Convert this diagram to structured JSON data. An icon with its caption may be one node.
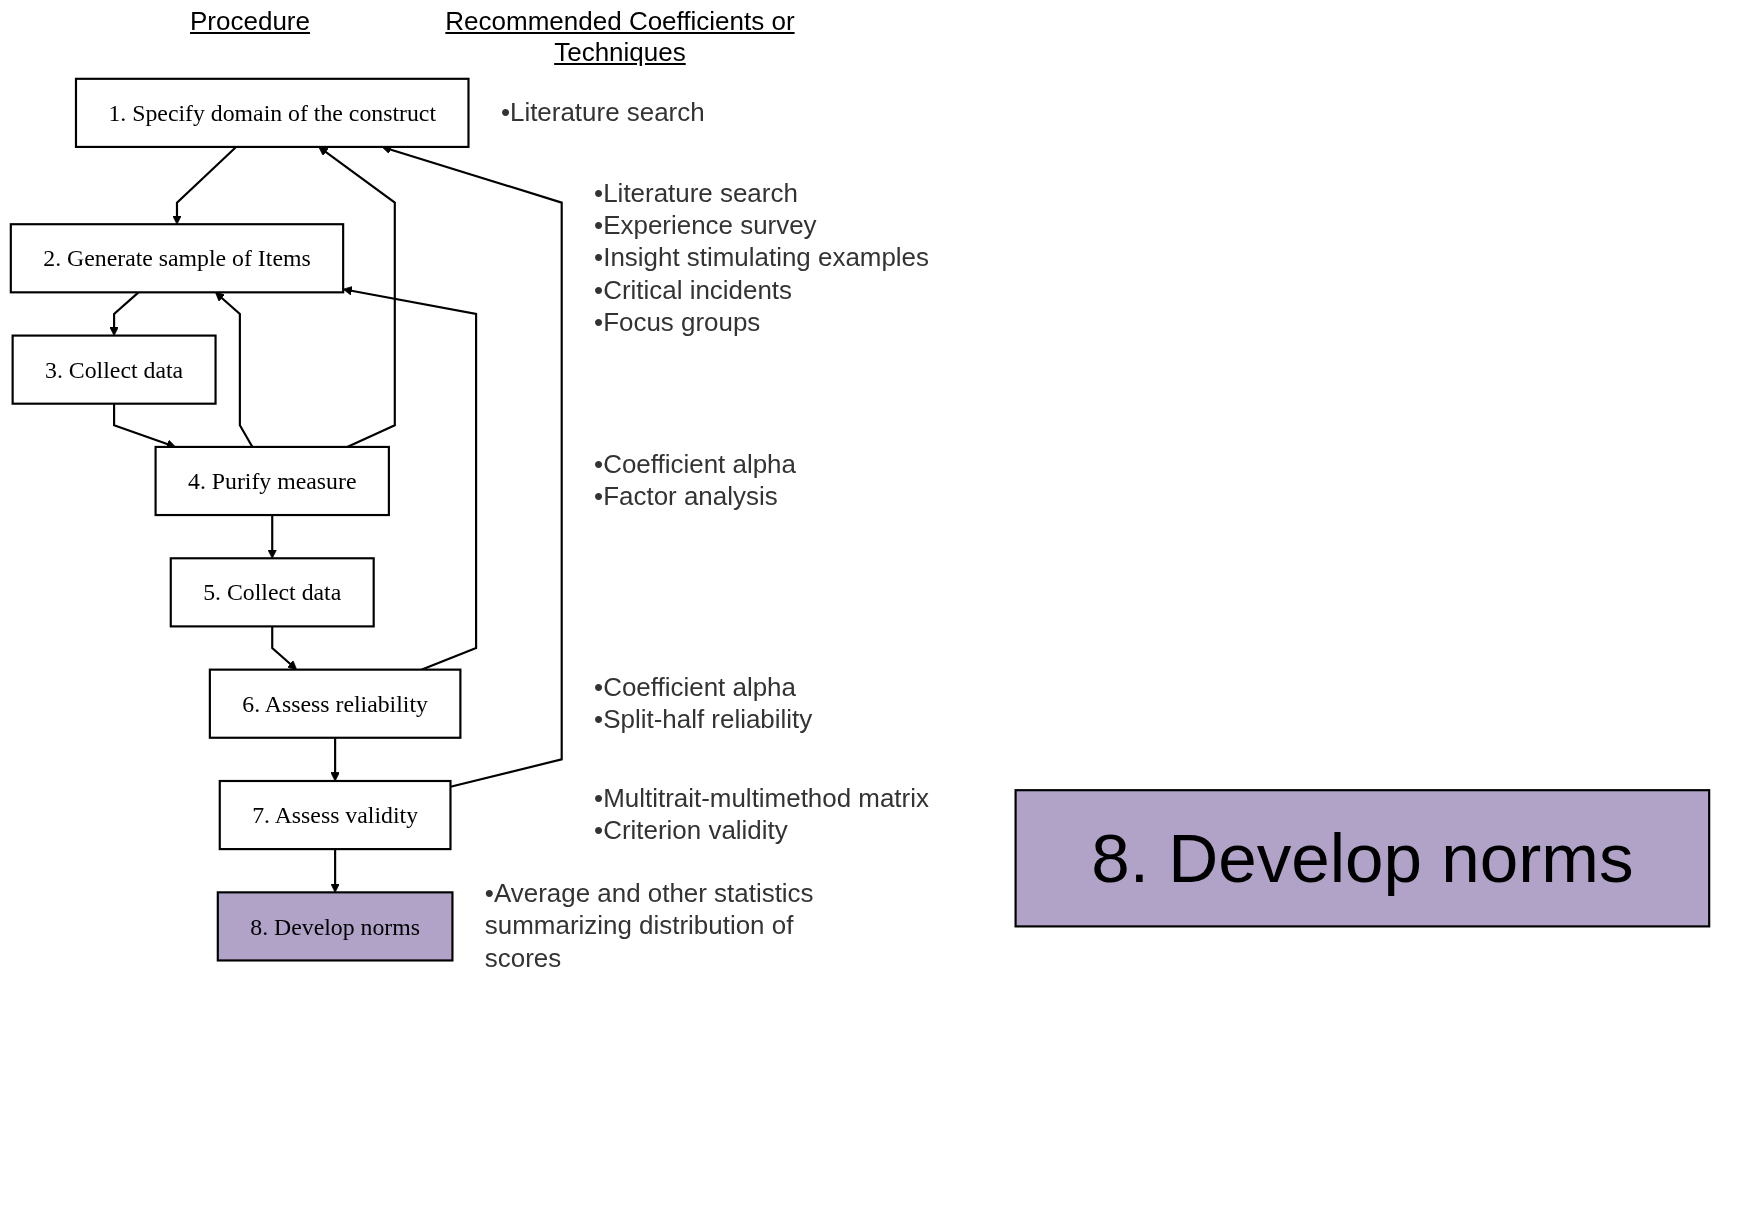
{
  "diagram": {
    "nodes": [
      {
        "text": [
          "1. Specify domain of the construct"
        ],
        "beside": [
          "•Literature search"
        ]
      },
      {
        "text": [
          "2. Generate sample of Items"
        ],
        "beside": [
          "•Literature search",
          "•Experience survey",
          "•Insight stimulating examples",
          "•Critical incidents",
          "•Focus groups"
        ]
      },
      {
        "text": [
          "3. Collect data"
        ]
      },
      {
        "text": [
          "4. Purify measure"
        ],
        "beside": [
          "•Coefficient alpha",
          "•Factor analysis"
        ]
      },
      {
        "text": [
          "5. Collect data"
        ]
      },
      {
        "text": [
          "6. Assess reliability"
        ],
        "beside": [
          "•Coefficient alpha",
          "•Split-half reliability"
        ]
      },
      {
        "text": [
          "7. Assess validity"
        ],
        "beside": [
          "•Multitrait-multimethod matrix",
          "•Criterion validity"
        ]
      },
      {
        "text": [
          "8. Develop norms"
        ],
        "beside": [
          "•Average and other statistics summarizing distribution of scores"
        ]
      },
      {
        "text": [
          "8. Develop norms"
        ]
      }
    ],
    "edges": [
      {
        "from": 0,
        "to": 1,
        "arrow": "to"
      },
      {
        "from": 1,
        "to": 2,
        "arrow": "to"
      },
      {
        "from": 2,
        "to": 3,
        "arrow": "to"
      },
      {
        "from": 3,
        "to": 4,
        "arrow": "to"
      },
      {
        "from": 4,
        "to": 5,
        "arrow": "to"
      },
      {
        "from": 5,
        "to": 6,
        "arrow": "to"
      },
      {
        "from": 6,
        "to": 7,
        "arrow": "to"
      },
      {
        "from": 3,
        "to": 1,
        "arrow": "to"
      },
      {
        "from": 3,
        "to": 0,
        "arrow": "to"
      },
      {
        "from": 5,
        "to": 1,
        "arrow": "to"
      },
      {
        "from": 6,
        "to": 0,
        "arrow": "to"
      }
    ],
    "labels": [
      "Procedure",
      "Recommended Coefficients or Techniques"
    ]
  }
}
